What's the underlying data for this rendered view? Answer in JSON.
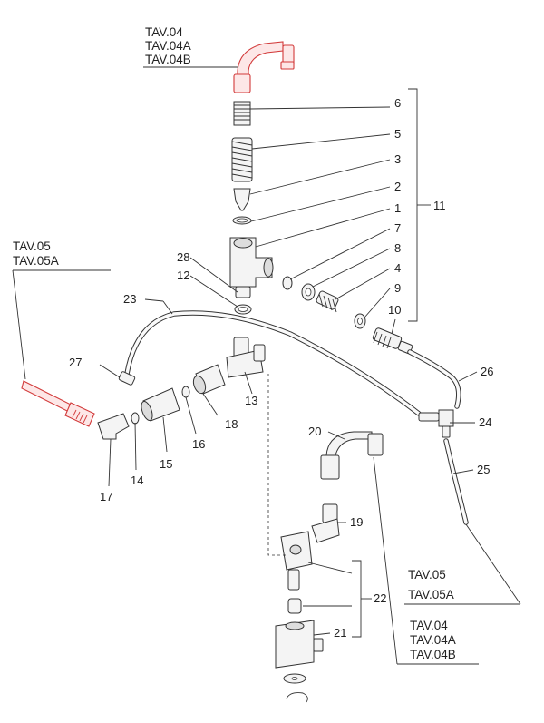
{
  "ref_labels": {
    "tav04_top": [
      "TAV.04",
      "TAV.04A",
      "TAV.04B"
    ],
    "tav05_left": [
      "TAV.05",
      "TAV.05A"
    ],
    "tav05_right": [
      "TAV.05",
      "TAV.05A"
    ],
    "tav04_bottom": [
      "TAV.04",
      "TAV.04A",
      "TAV.04B"
    ]
  },
  "callouts": {
    "c1": "1",
    "c2": "2",
    "c3": "3",
    "c4": "4",
    "c5": "5",
    "c6": "6",
    "c7": "7",
    "c8": "8",
    "c9": "9",
    "c10": "10",
    "c11": "11",
    "c12": "12",
    "c13": "13",
    "c14": "14",
    "c15": "15",
    "c16": "16",
    "c17": "17",
    "c18": "18",
    "c19": "19",
    "c20": "20",
    "c21": "21",
    "c22": "22",
    "c23": "23",
    "c24": "24",
    "c25": "25",
    "c26": "26",
    "c27": "27",
    "c28": "28"
  },
  "colors": {
    "highlight": "#d23a3a",
    "line": "#333333"
  }
}
